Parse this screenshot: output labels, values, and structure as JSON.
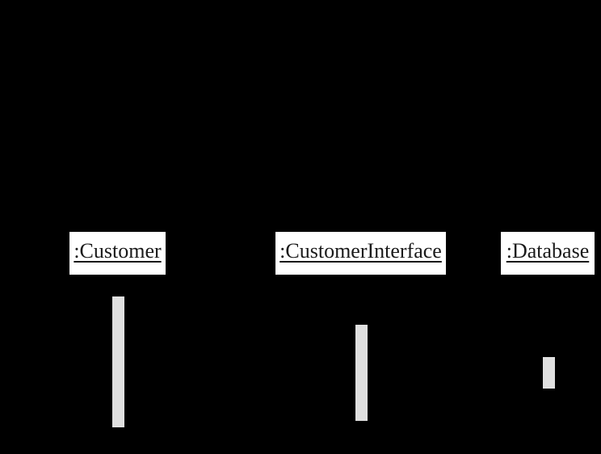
{
  "diagram": {
    "type": "uml-sequence",
    "background_color": "#000000",
    "colors": {
      "lifeline_box_fill": "#ffffff",
      "lifeline_label_text": "#1a1a1a",
      "activation_bar_fill": "#e0e0e0"
    },
    "lifelines": [
      {
        "label": ":Customer",
        "has_activation_bar": true
      },
      {
        "label": ":CustomerInterface",
        "has_activation_bar": true
      },
      {
        "label": ":Database",
        "has_activation_bar": true
      }
    ],
    "activation_order_note": ":Customer activates first and longest, :CustomerInterface second, :Database shortest"
  }
}
